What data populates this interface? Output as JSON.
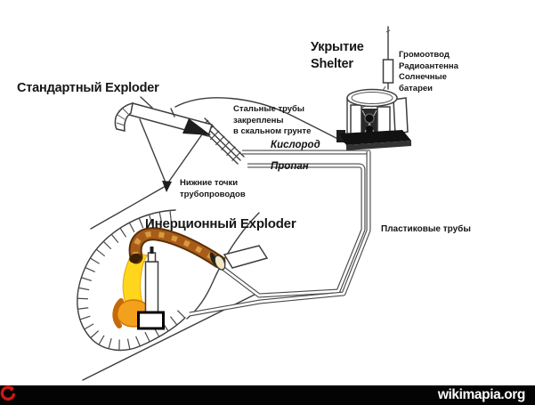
{
  "diagram": {
    "labels": {
      "standard_exploder": "Стандартный Exploder",
      "shelter": "Укрытие\nShelter",
      "mast_equipment": "Громоотвод\nРадиоантенна\nСолнечные\nбатареи",
      "steel_pipes": "Стальные трубы\nзакреплены\nв скальном грунте",
      "oxygen": "Кислород",
      "propane": "Пропан",
      "low_points": "Нижние точки\nтрубопроводов",
      "inertial_exploder": "Инерционный Exploder",
      "plastic_pipes": "Пластиковые трубы"
    }
  },
  "footer": {
    "brand": "wikimapia.org"
  },
  "icons": {
    "wikimapia_logo": "red-crescent-logo-icon"
  },
  "colors": {
    "footer_bg": "#030303",
    "logo_red": "#cf1616",
    "flame_yellow": "#ffd61c",
    "lava_orange": "#f3a01c",
    "pipe_brown": "#a85c1a",
    "line_gray": "#3d3d3d"
  }
}
